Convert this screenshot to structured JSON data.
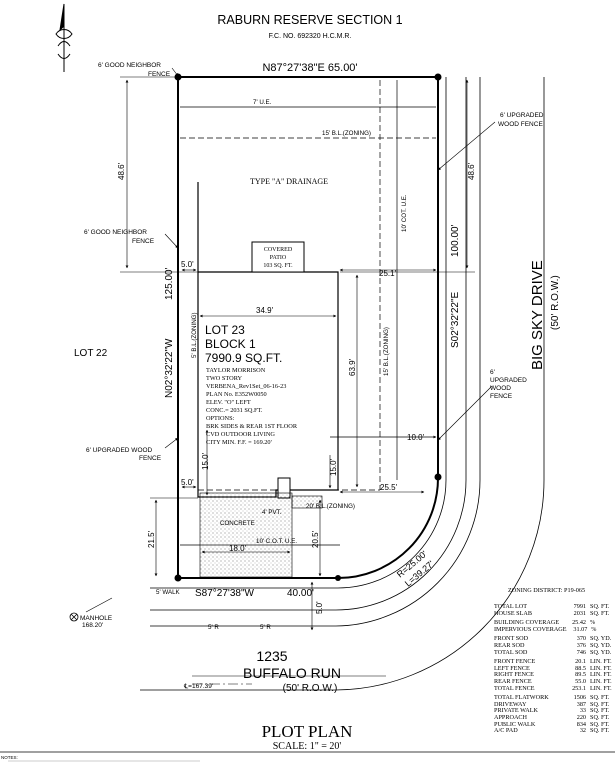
{
  "header": {
    "subdivision": "RABURN RESERVE SECTION 1",
    "fc_number": "F.C. NO. 692320 H.C.M.R."
  },
  "bearings": {
    "north": "N87°27'38\"E  65.00'",
    "south": "S87°27'38\"W",
    "south_dist": "40.00'",
    "west": "N02°32'22\"W",
    "west_dist": "125.00'",
    "east": "S02°32'22\"E",
    "east_dist": "100.00'",
    "curve_r": "R=25.00'",
    "curve_l": "L=39.27'"
  },
  "labels": {
    "good_fence_top": "6' GOOD NEIGHBOR",
    "good_fence_top2": "FENCE",
    "good_fence_mid": "6' GOOD NEIGHBOR",
    "good_fence_mid2": "FENCE",
    "upgraded_fence_tr1": "6' UPGRADED",
    "upgraded_fence_tr2": "WOOD FENCE",
    "upgraded_fence_r1": "6'",
    "upgraded_fence_r2": "UPGRADED",
    "upgraded_fence_r3": "WOOD",
    "upgraded_fence_r4": "FENCE",
    "upgraded_fence_l1": "6' UPGRADED WOOD",
    "upgraded_fence_l2": "FENCE",
    "ue_7": "7' U.E.",
    "bl_15_top": "15' B.L.(ZONING)",
    "drainage": "TYPE \"A\" DRAINAGE",
    "cot_ue_10_vert": "10' COT. U.E.",
    "covered_patio1": "COVERED",
    "covered_patio2": "PATIO",
    "covered_patio3": "103 SQ. FT.",
    "dim_48_6_left": "48.6'",
    "dim_48_6_right": "48.6'",
    "dim_5_0_top": "5.0'",
    "dim_25_1": "25.1'",
    "dim_34_9": "34.9'",
    "dim_63_9": "63.9'",
    "bl_5_left": "5' B.L.(ZONING)",
    "bl_15_vert": "15' B.L.(ZONING)",
    "dim_10_0": "10.0'",
    "dim_15_0_left": "15.0'",
    "dim_15_0_mid": "15.0'",
    "dim_5_0_mid": "5.0'",
    "dim_25_5": "25.5'",
    "bl_20": "20' B.L.(ZONING)",
    "pvt": "4' PVT.",
    "concrete": "CONCRETE",
    "cot_ue_10": "10' C.O.T. U.E.",
    "dim_18_0": "18.0'",
    "dim_21_5": "21.5'",
    "dim_20_5": "20.5'",
    "walk": "5' WALK",
    "dim_5_0_bottom": "5.0'",
    "r5_left": "5' R",
    "r5_right": "5' R",
    "lot22": "LOT 22",
    "zoning": "ZONING DISTRICT: P19-065",
    "manhole1": "MANHOLE",
    "manhole2": "168.20'",
    "cl_elev": "℄=167.39'",
    "notes": "NOTES:"
  },
  "lot": {
    "lot": "LOT 23",
    "block": "BLOCK 1",
    "area": "7990.9 SQ.FT.",
    "builder": "TAYLOR MORRISON",
    "stories": "TWO STORY",
    "plan_file": "VERBENA_Rev1Set_06-16-23",
    "plan_no": "PLAN No. E352W0050",
    "elev": "ELEV. \"O\" LEFT",
    "conc": "CONC.= 2031 SQ.FT.",
    "options": "OPTIONS:",
    "opt1": "BRK SIDES & REAR 1ST FLOOR",
    "opt2": "CVD OUTDOOR LIVING",
    "min_ff": "CITY MIN. F.F. = 169.20'"
  },
  "street": {
    "number": "1235",
    "name": "BUFFALO RUN",
    "row": "(50' R.O.W.)",
    "side_name": "BIG SKY DRIVE",
    "side_row": "(50' R.O.W.)"
  },
  "title": {
    "main": "PLOT PLAN",
    "scale": "SCALE: 1\" = 20'"
  },
  "stats": [
    [
      {
        "label": "TOTAL LOT",
        "value": "7991",
        "unit": "SQ. FT."
      },
      {
        "label": "HOUSE SLAB",
        "value": "2031",
        "unit": "SQ. FT."
      }
    ],
    [
      {
        "label": "BUILDING COVERAGE",
        "value": "25.42",
        "unit": "%"
      },
      {
        "label": "IMPERVIOUS COVERAGE",
        "value": "31.07",
        "unit": "%"
      }
    ],
    [
      {
        "label": "FRONT SOD",
        "value": "370",
        "unit": "SQ. YD."
      },
      {
        "label": "REAR SOD",
        "value": "376",
        "unit": "SQ. YD."
      },
      {
        "label": "TOTAL SOD",
        "value": "746",
        "unit": "SQ. YD."
      }
    ],
    [
      {
        "label": "FRONT FENCE",
        "value": "20.1",
        "unit": "LIN. FT."
      },
      {
        "label": "LEFT FENCE",
        "value": "88.5",
        "unit": "LIN. FT."
      },
      {
        "label": "RIGHT FENCE",
        "value": "89.5",
        "unit": "LIN. FT."
      },
      {
        "label": "REAR FENCE",
        "value": "55.0",
        "unit": "LIN. FT."
      },
      {
        "label": "TOTAL FENCE",
        "value": "253.1",
        "unit": "LIN. FT."
      }
    ],
    [
      {
        "label": "TOTAL FLATWORK",
        "value": "1506",
        "unit": "SQ. FT."
      },
      {
        "label": "DRIVEWAY",
        "value": "387",
        "unit": "SQ. FT."
      },
      {
        "label": "PRIVATE WALK",
        "value": "33",
        "unit": "SQ. FT."
      },
      {
        "label": "APPROACH",
        "value": "220",
        "unit": "SQ. FT."
      },
      {
        "label": "PUBLIC WALK",
        "value": "834",
        "unit": "SQ. FT."
      },
      {
        "label": "A/C PAD",
        "value": "32",
        "unit": "SQ. FT."
      }
    ]
  ]
}
